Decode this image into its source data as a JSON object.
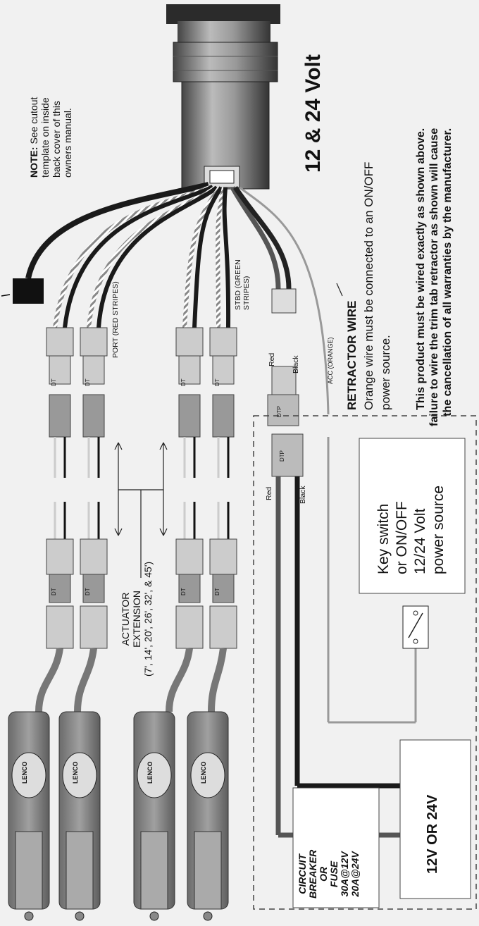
{
  "note": {
    "label": "NOTE:",
    "line1": "See cutout",
    "line2": "template on inside",
    "line3": "back cover of this",
    "line4": "owners manual."
  },
  "heading": "12 & 24 Volt",
  "warning": {
    "line1": "This product must be wired exactly as shown above.",
    "line2": "failure to wire the trim tab retractor as shown will cause",
    "line3": "the cancellation of all warranties by the manufacturer."
  },
  "retractor": {
    "title": "RETRACTOR WIRE",
    "line1": "Orange wire must be connected to an ON/OFF",
    "line2": "power source."
  },
  "labels": {
    "port": "PORT (RED STRIPES)",
    "stbd1": "STBD (GREEN",
    "stbd2": "STRIPES)",
    "acc": "ACC (ORANGE)",
    "red": "Red",
    "black": "Black",
    "dt": "DT",
    "dtp": "DTP"
  },
  "extension": {
    "line1": "ACTUATOR",
    "line2": "EXTENSION",
    "line3": "(7', 14', 20', 26', 32', & 45')"
  },
  "keyswitch": {
    "line1": "Key switch",
    "line2": "or ON/OFF",
    "line3": "12/24 Volt",
    "line4": "power source"
  },
  "battery": "12V OR 24V",
  "breaker": {
    "line1": "CIRCUIT",
    "line2": "BREAKER",
    "line3": "OR",
    "line4": "FUSE",
    "line5": "30A@12V",
    "line6": "20A@24V"
  },
  "brand": "LENCO"
}
